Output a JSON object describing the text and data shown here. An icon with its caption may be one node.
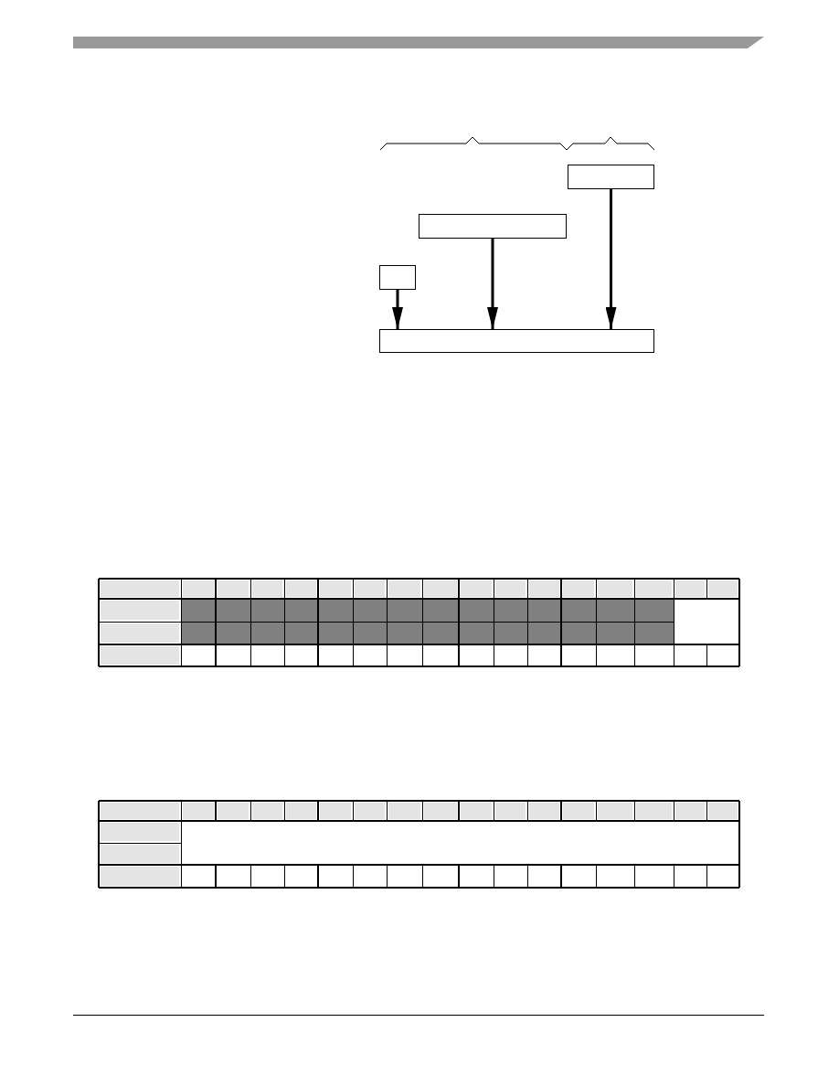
{
  "diagram": {
    "nodes": [
      {
        "text": [],
        "shape": "box"
      },
      {
        "text": [],
        "shape": "box"
      },
      {
        "text": [],
        "shape": "box"
      },
      {
        "text": [],
        "shape": "box"
      }
    ],
    "edges": [
      {
        "from": 2,
        "to": 3,
        "arrow": "to"
      },
      {
        "from": 1,
        "to": 3,
        "arrow": "to"
      },
      {
        "from": 0,
        "to": 3,
        "arrow": "to"
      }
    ]
  }
}
